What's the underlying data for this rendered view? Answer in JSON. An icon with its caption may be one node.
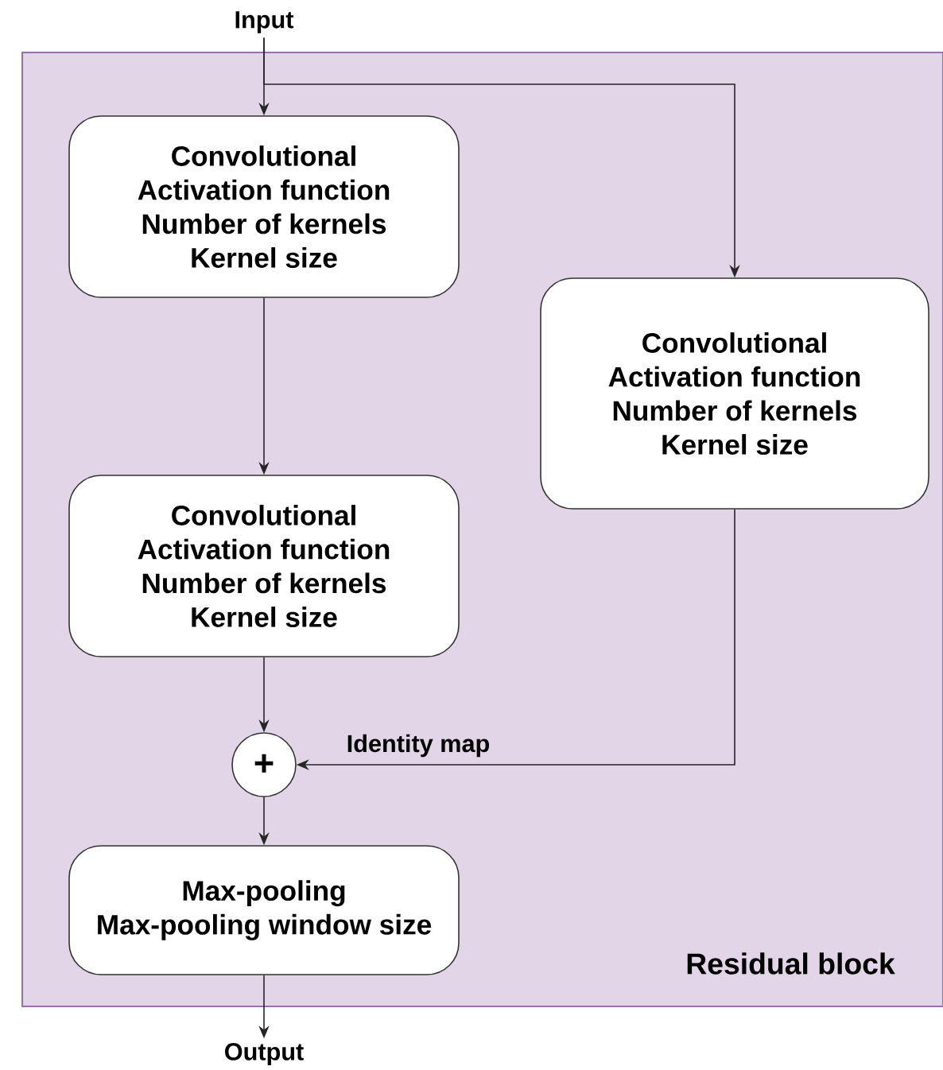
{
  "diagram": {
    "nodes": [
      {
        "text": [
          "Residual block"
        ]
      },
      {
        "text": [
          "Input"
        ]
      },
      {
        "text": [
          "Convolutional",
          "Activation function",
          "Number of kernels",
          "Kernel size"
        ],
        "in": 0
      },
      {
        "text": [
          "Convolutional",
          "Activation function",
          "Number of kernels",
          "Kernel size"
        ],
        "in": 0
      },
      {
        "text": [
          "Convolutional",
          "Activation function",
          "Number of kernels",
          "Kernel size"
        ],
        "in": 0
      },
      {
        "text": [
          "+"
        ],
        "in": 0
      },
      {
        "text": [
          "Max-pooling",
          "Max-pooling window size"
        ],
        "in": 0
      },
      {
        "text": [
          "Output"
        ]
      }
    ],
    "edges": [
      {
        "from": 1,
        "to": 2,
        "arrow": "to"
      },
      {
        "from": 1,
        "to": 4,
        "arrow": "to"
      },
      {
        "from": 2,
        "to": 3,
        "arrow": "to"
      },
      {
        "from": 3,
        "to": 5,
        "arrow": "to"
      },
      {
        "from": 4,
        "to": 5,
        "arrow": "to",
        "label": "Identity map"
      },
      {
        "from": 5,
        "to": 6,
        "arrow": "to"
      },
      {
        "from": 6,
        "to": 7,
        "arrow": "to"
      }
    ]
  }
}
